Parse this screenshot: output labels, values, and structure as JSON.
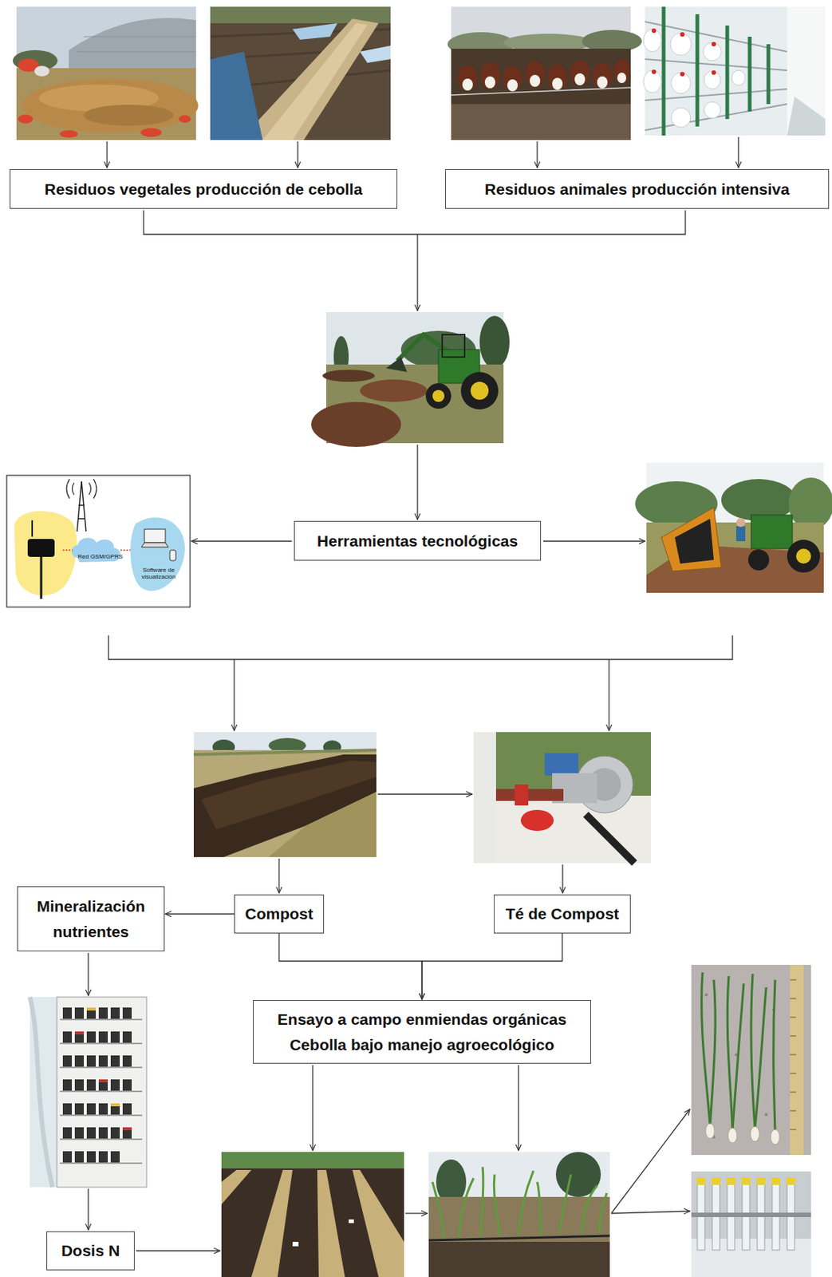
{
  "diagram": {
    "nodes": [
      {
        "text": [
          "Residuos vegetales producción de cebolla"
        ]
      },
      {
        "text": [
          "Residuos animales producción intensiva"
        ]
      },
      {
        "text": [
          "Herramientas tecnológicas"
        ]
      },
      {
        "text": [
          "Compost"
        ]
      },
      {
        "text": [
          "Té de Compost"
        ]
      },
      {
        "text": [
          "Mineralización nutrientes"
        ]
      },
      {
        "text": [
          "Ensayo a campo enmiendas orgánicas Cebolla bajo manejo agroecológico"
        ]
      },
      {
        "text": [
          "Dosis N"
        ]
      }
    ],
    "edges": [
      {
        "from": 3,
        "to": 5,
        "arrow": "to"
      },
      {
        "from": 3,
        "to": 6,
        "arrow": "to"
      },
      {
        "from": 4,
        "to": 6,
        "arrow": "to"
      }
    ],
    "labels": [
      "Red GSM/GPRS",
      "Software de visualización"
    ]
  }
}
